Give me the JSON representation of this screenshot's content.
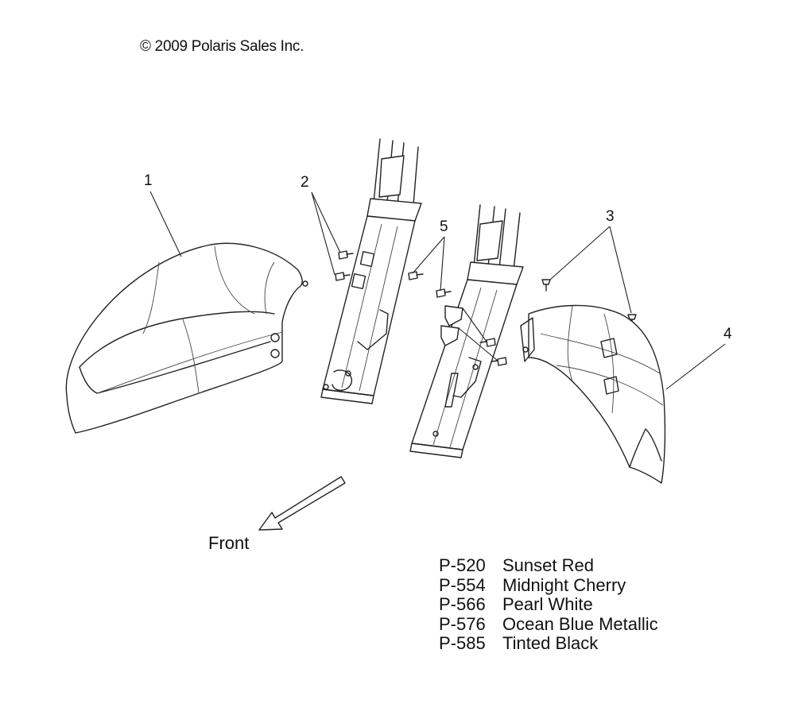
{
  "copyright": "© 2009 Polaris Sales Inc.",
  "callouts": [
    "1",
    "2",
    "3",
    "4",
    "5"
  ],
  "front_label": "Front",
  "legend": [
    {
      "code": "P-520",
      "color": "Sunset Red"
    },
    {
      "code": "P-554",
      "color": "Midnight Cherry"
    },
    {
      "code": "P-566",
      "color": "Pearl White"
    },
    {
      "code": "P-576",
      "color": "Ocean Blue Metallic"
    },
    {
      "code": "P-585",
      "color": "Tinted Black"
    }
  ]
}
